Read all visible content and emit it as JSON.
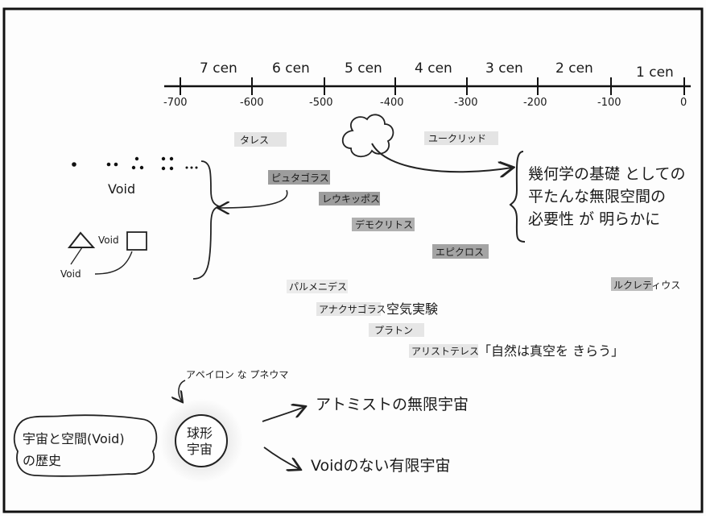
{
  "timeline": {
    "centuries": [
      "7 cen",
      "6 cen",
      "5 cen",
      "4 cen",
      "3 cen",
      "2 cen",
      "1 cen"
    ],
    "ticks": [
      "-700",
      "-600",
      "-500",
      "-400",
      "-300",
      "-200",
      "-100",
      "0"
    ]
  },
  "philosophers": {
    "thales": "タレス",
    "euclid": "ユークリッド",
    "pythagoras": "ピュタゴラス",
    "leucippus": "レウキッポス",
    "democritus": "デモクリトス",
    "epicurus": "エピクロス",
    "parmenides": "パルメニデス",
    "lucretius": "ルクレティウス",
    "anaxagoras": "アナクサゴラス",
    "vacuum_experiment": "空気実験",
    "plato": "プラトン",
    "aristotle": "アリストテレス",
    "aristotle_quote": "「自然は真空を きらう」"
  },
  "notes": {
    "geometry_line1": "幾何学の基礎 としての",
    "geometry_line2": "平たんな無限空間の",
    "geometry_line3": "必要性 が 明らかに",
    "void_dots": "Void",
    "void_triangle": "Void",
    "void_bottom": "Void",
    "apeiron": "アペイロン な プネウマ",
    "sphere_line1": "球形",
    "sphere_line2": "宇宙",
    "atomist": "アトミストの無限宇宙",
    "finite": "Voidのない有限宇宙",
    "history_line1": "宇宙と空間(Void)",
    "history_line2": "の歴史"
  }
}
